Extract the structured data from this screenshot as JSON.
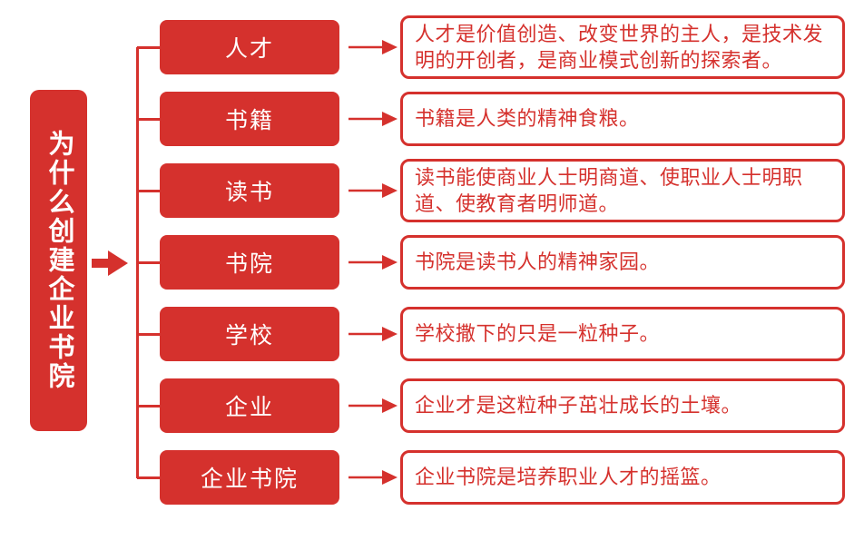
{
  "root": {
    "title": "为什么创建企业书院"
  },
  "rows": [
    {
      "label": "人才",
      "desc": "人才是价值创造、改变世界的主人，是技术发明的开创者，是商业模式创新的探索者。"
    },
    {
      "label": "书籍",
      "desc": "书籍是人类的精神食粮。"
    },
    {
      "label": "读书",
      "desc": "读书能使商业人士明商道、使职业人士明职道、使教育者明师道。"
    },
    {
      "label": "书院",
      "desc": "书院是读书人的精神家园。"
    },
    {
      "label": "学校",
      "desc": "学校撒下的只是一粒种子。"
    },
    {
      "label": "企业",
      "desc": "企业才是这粒种子茁壮成长的土壤。"
    },
    {
      "label": "企业书院",
      "desc": "企业书院是培养职业人才的摇篮。"
    }
  ],
  "icons": {
    "root_arrow": "bold-right-arrow",
    "row_arrow": "thin-right-arrow"
  },
  "colors": {
    "accent_red": "#d5312d",
    "node_text": "#ffffff",
    "background": "#ffffff"
  }
}
